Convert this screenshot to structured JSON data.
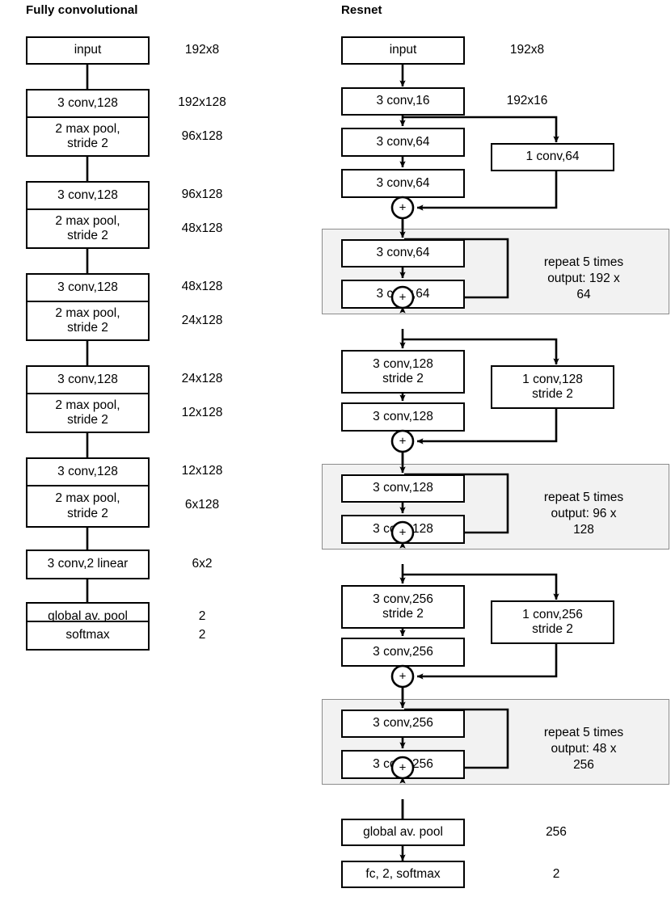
{
  "figure": {
    "type": "diagram",
    "subtype": "neural-network-architecture",
    "background": "#ffffff",
    "stroke_color": "#000000",
    "repeat_block_fill": "#f2f2f2",
    "repeat_block_border": "#8c8c8c"
  },
  "columns": [
    {
      "id": "fully-convolutional",
      "title": "Fully convolutional",
      "nodes": [
        {
          "id": "fc-input",
          "label": "input",
          "dim": "192x8"
        },
        {
          "id": "fc-conv1",
          "label": "3 conv,128",
          "dim": "192x128"
        },
        {
          "id": "fc-pool1",
          "label": "2 max pool,\nstride 2",
          "dim": "96x128"
        },
        {
          "id": "fc-conv2",
          "label": "3 conv,128",
          "dim": "96x128"
        },
        {
          "id": "fc-pool2",
          "label": "2 max pool,\nstride 2",
          "dim": "48x128"
        },
        {
          "id": "fc-conv3",
          "label": "3 conv,128",
          "dim": "48x128"
        },
        {
          "id": "fc-pool3",
          "label": "2 max pool,\nstride 2",
          "dim": "24x128"
        },
        {
          "id": "fc-conv4",
          "label": "3 conv,128",
          "dim": "24x128"
        },
        {
          "id": "fc-pool4",
          "label": "2 max pool,\nstride 2",
          "dim": "12x128"
        },
        {
          "id": "fc-conv5",
          "label": "3 conv,128",
          "dim": "12x128"
        },
        {
          "id": "fc-pool5",
          "label": "2 max pool,\nstride 2",
          "dim": "6x128"
        },
        {
          "id": "fc-conv6",
          "label": "3 conv,2 linear",
          "dim": "6x2"
        },
        {
          "id": "fc-gap",
          "label": "global av. pool",
          "dim": "2"
        },
        {
          "id": "fc-softmax",
          "label": "softmax",
          "dim": "2"
        }
      ]
    },
    {
      "id": "resnet",
      "title": "Resnet",
      "nodes": [
        {
          "id": "rn-input",
          "label": "input",
          "dim": "192x8"
        },
        {
          "id": "rn-conv16",
          "label": "3 conv,16",
          "dim": "192x16"
        },
        {
          "id": "rn-conv64a",
          "label": "3 conv,64",
          "dim": ""
        },
        {
          "id": "rn-conv64b",
          "label": "3 conv,64",
          "dim": ""
        },
        {
          "id": "rn-skip64",
          "label": "1 conv,64",
          "dim": ""
        },
        {
          "id": "rn-r1-conv1",
          "label": "3 conv,64",
          "dim": ""
        },
        {
          "id": "rn-r1-conv2",
          "label": "3 conv,64",
          "dim": ""
        },
        {
          "id": "rn-conv128s",
          "label": "3 conv,128\nstride 2",
          "dim": ""
        },
        {
          "id": "rn-conv128",
          "label": "3 conv,128",
          "dim": ""
        },
        {
          "id": "rn-skip128",
          "label": "1 conv,128\nstride 2",
          "dim": ""
        },
        {
          "id": "rn-r2-conv1",
          "label": "3 conv,128",
          "dim": ""
        },
        {
          "id": "rn-r2-conv2",
          "label": "3 conv,128",
          "dim": ""
        },
        {
          "id": "rn-conv256s",
          "label": "3 conv,256\nstride 2",
          "dim": ""
        },
        {
          "id": "rn-conv256",
          "label": "3 conv,256",
          "dim": ""
        },
        {
          "id": "rn-skip256",
          "label": "1 conv,256\nstride 2",
          "dim": ""
        },
        {
          "id": "rn-r3-conv1",
          "label": "3 conv,256",
          "dim": ""
        },
        {
          "id": "rn-r3-conv2",
          "label": "3 conv,256",
          "dim": ""
        },
        {
          "id": "rn-gap",
          "label": "global av. pool",
          "dim": "256"
        },
        {
          "id": "rn-fc",
          "label": "fc, 2, softmax",
          "dim": "2"
        }
      ],
      "repeat_blocks": [
        {
          "id": "repeat-1",
          "text": "repeat 5 times\noutput: 192 x 64"
        },
        {
          "id": "repeat-2",
          "text": "repeat 5 times\noutput: 96 x 128"
        },
        {
          "id": "repeat-3",
          "text": "repeat 5 times\noutput: 48 x 256"
        }
      ],
      "add_nodes": [
        {
          "id": "add-1",
          "symbol": "+"
        },
        {
          "id": "add-2",
          "symbol": "+"
        },
        {
          "id": "add-3",
          "symbol": "+"
        },
        {
          "id": "add-4",
          "symbol": "+"
        },
        {
          "id": "add-5",
          "symbol": "+"
        },
        {
          "id": "add-6",
          "symbol": "+"
        }
      ]
    }
  ]
}
